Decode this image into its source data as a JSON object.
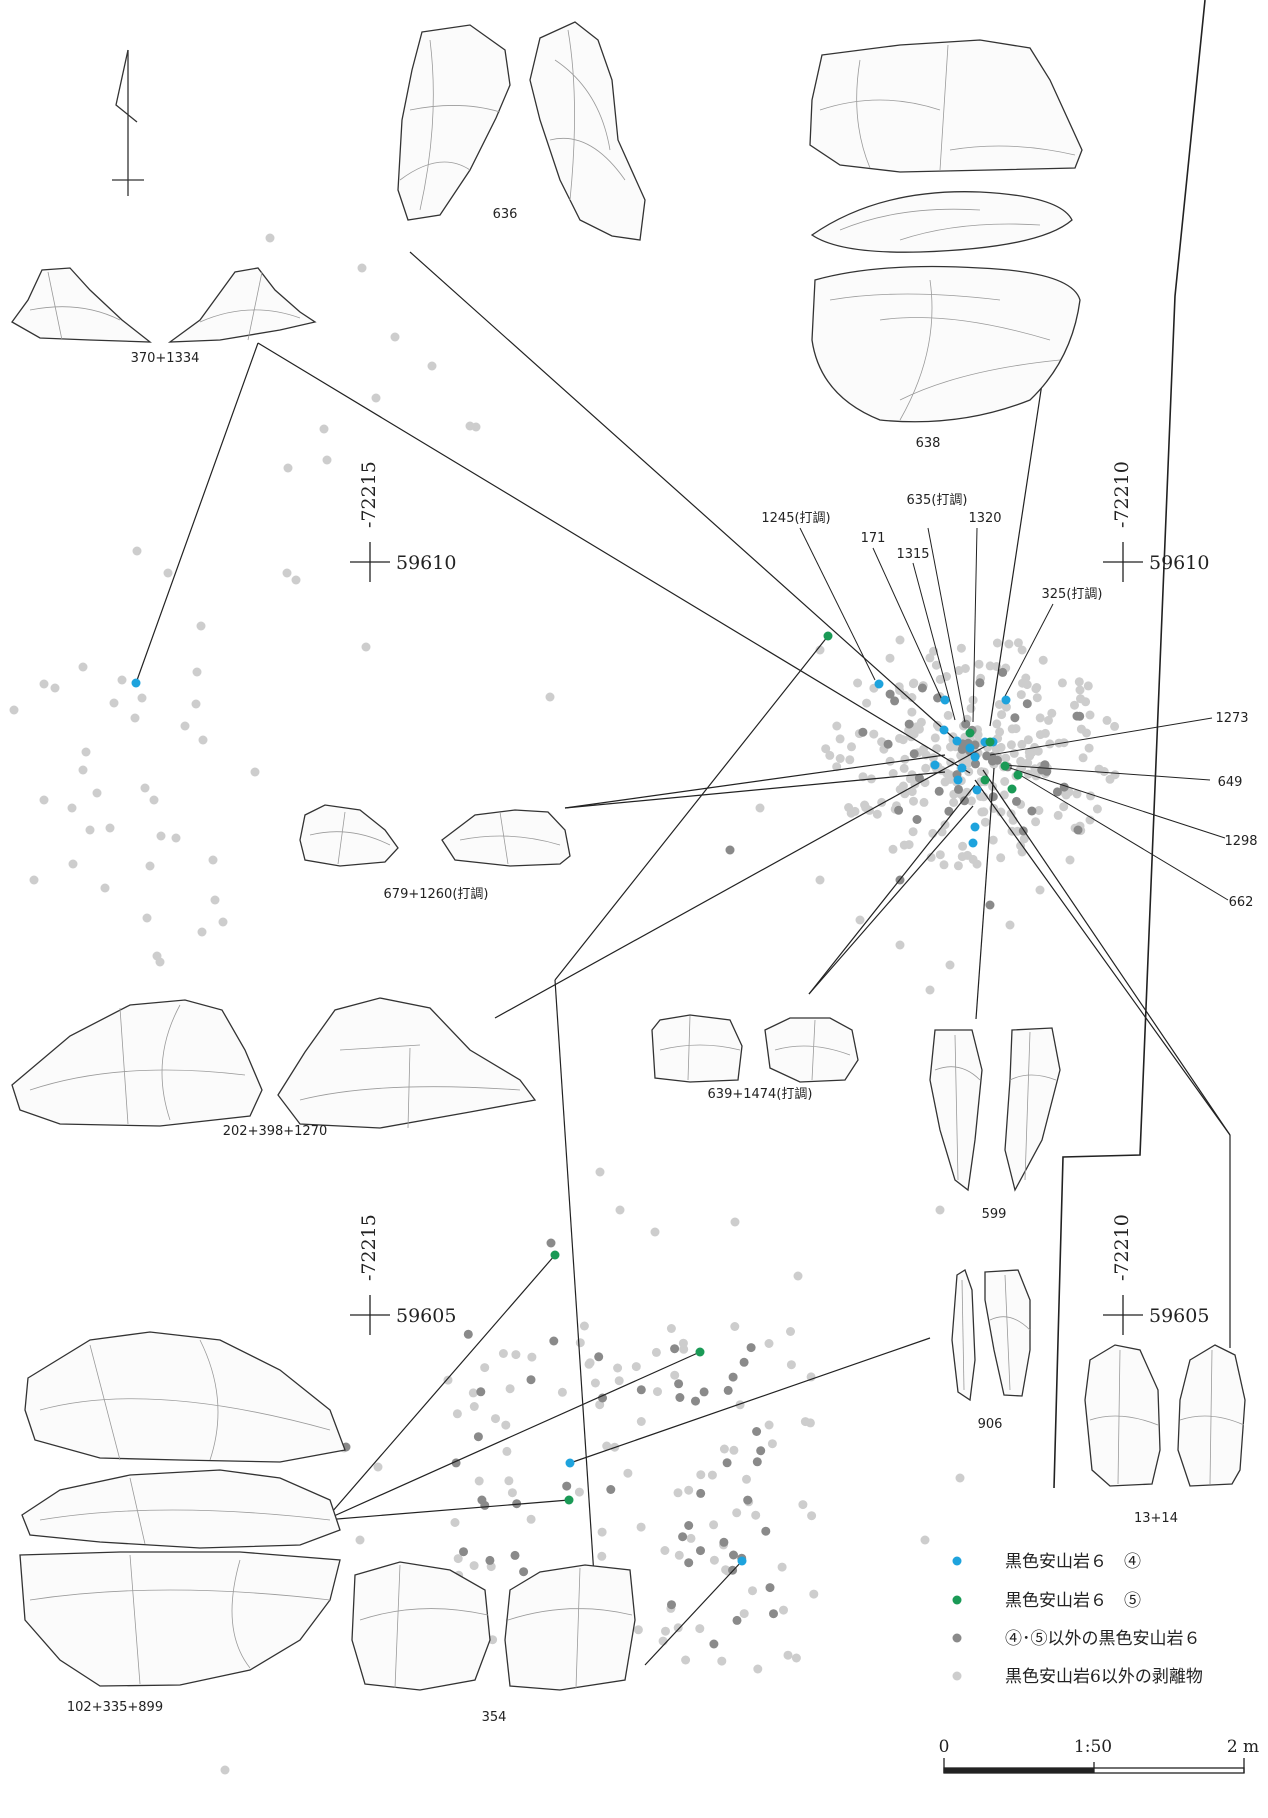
{
  "colors": {
    "blue": "#1ea3dd",
    "green": "#1a9a56",
    "dark_gray": "#8a8a8a",
    "light_gray": "#cdcdcd",
    "line": "#222222"
  },
  "grid_markers": [
    {
      "easting": "-72215",
      "northing": "59610"
    },
    {
      "easting": "-72210",
      "northing": "59610"
    },
    {
      "easting": "-72215",
      "northing": "59605"
    },
    {
      "easting": "-72210",
      "northing": "59605"
    }
  ],
  "artifacts": [
    {
      "label": "636"
    },
    {
      "label": "638"
    },
    {
      "label": "370+1334"
    },
    {
      "label": "679+1260(打調)"
    },
    {
      "label": "202+398+1270"
    },
    {
      "label": "639+1474(打調)"
    },
    {
      "label": "599"
    },
    {
      "label": "906"
    },
    {
      "label": "13+14"
    },
    {
      "label": "102+335+899"
    },
    {
      "label": "354"
    }
  ],
  "point_labels": [
    {
      "label": "1245(打調)"
    },
    {
      "label": "635(打調)"
    },
    {
      "label": "171"
    },
    {
      "label": "1315"
    },
    {
      "label": "1320"
    },
    {
      "label": "325(打調)"
    },
    {
      "label": "1273"
    },
    {
      "label": "649"
    },
    {
      "label": "1298"
    },
    {
      "label": "662"
    }
  ],
  "legend": [
    {
      "label": "黒色安山岩６　④",
      "color": "#1ea3dd"
    },
    {
      "label": "黒色安山岩６　⑤",
      "color": "#1a9a56"
    },
    {
      "label": "④･⑤以外の黒色安山岩６",
      "color": "#8a8a8a"
    },
    {
      "label": "黒色安山岩6以外の剥離物",
      "color": "#cdcdcd"
    }
  ],
  "scale": {
    "start": "0",
    "mid": "1:50",
    "end": "2 m"
  }
}
